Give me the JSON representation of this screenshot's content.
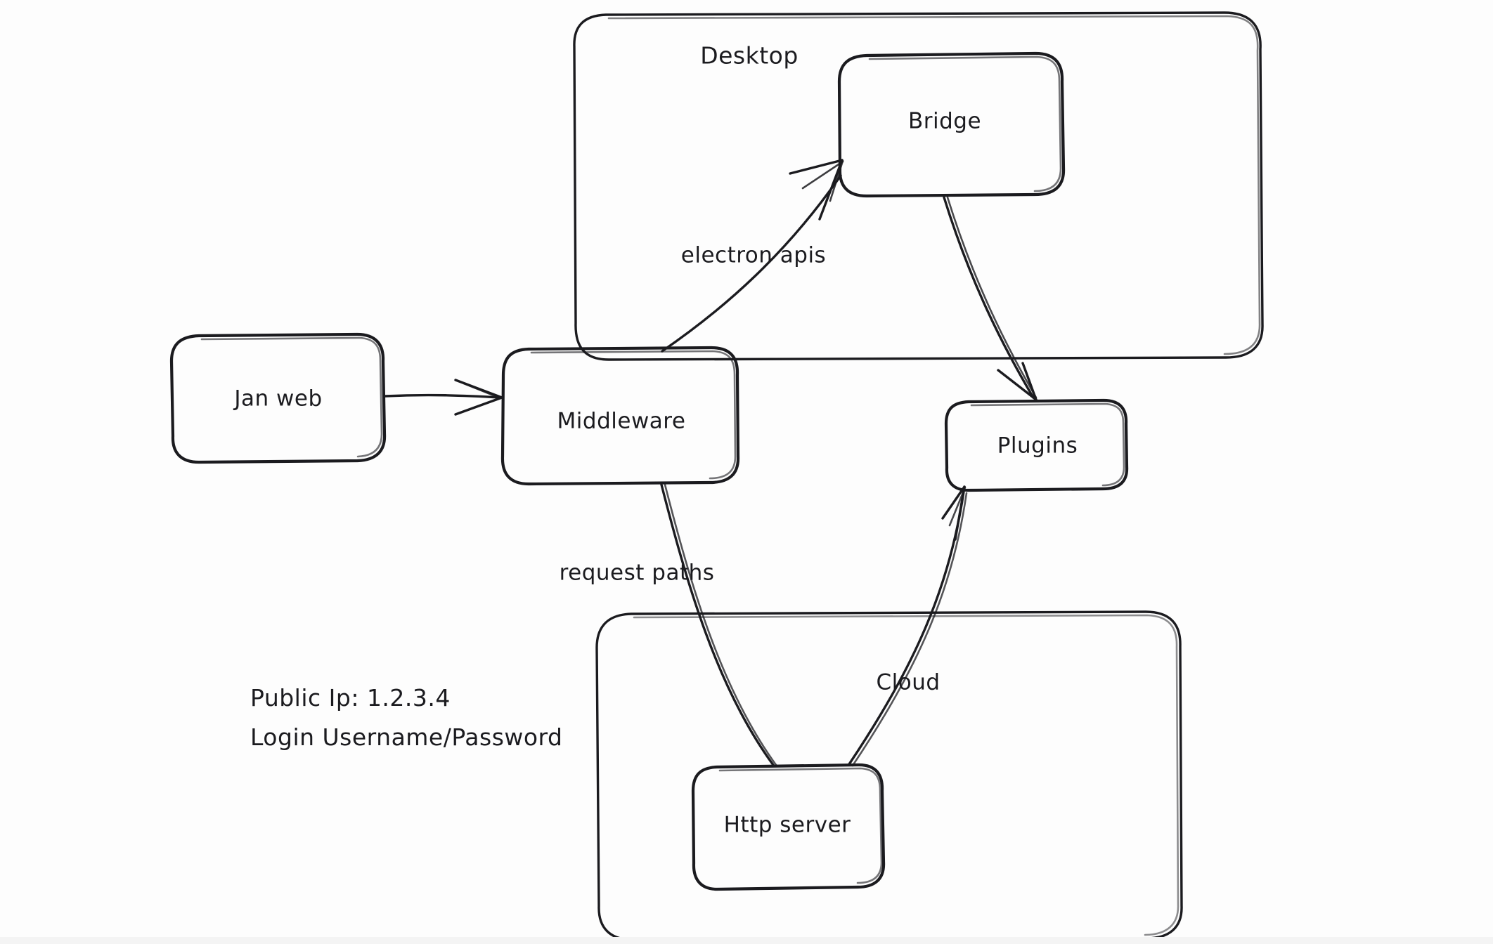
{
  "diagram": {
    "title": "Jan architecture sketch",
    "style": "hand-drawn",
    "stroke_color": "#1b1b1f",
    "background_color": "#fdfdfd",
    "groups": [
      {
        "id": "desktop",
        "label": "Desktop"
      },
      {
        "id": "cloud_group",
        "label": ""
      }
    ],
    "nodes": [
      {
        "id": "jan_web",
        "label": "Jan web"
      },
      {
        "id": "middleware",
        "label": "Middleware"
      },
      {
        "id": "bridge",
        "label": "Bridge"
      },
      {
        "id": "plugins",
        "label": "Plugins"
      },
      {
        "id": "http_server",
        "label": "Http server"
      }
    ],
    "edges": [
      {
        "id": "e1",
        "from": "jan_web",
        "to": "middleware",
        "label": ""
      },
      {
        "id": "e2",
        "from": "middleware",
        "to": "bridge",
        "label": "electron apis"
      },
      {
        "id": "e3",
        "from": "bridge",
        "to": "plugins",
        "label": ""
      },
      {
        "id": "e4",
        "from": "http_server",
        "to": "middleware",
        "label": "request paths"
      },
      {
        "id": "e5",
        "from": "http_server",
        "to": "plugins",
        "label": "Cloud"
      }
    ],
    "notes": [
      {
        "id": "creds",
        "line1": "Public Ip: 1.2.3.4",
        "line2": "Login Username/Password"
      }
    ]
  }
}
